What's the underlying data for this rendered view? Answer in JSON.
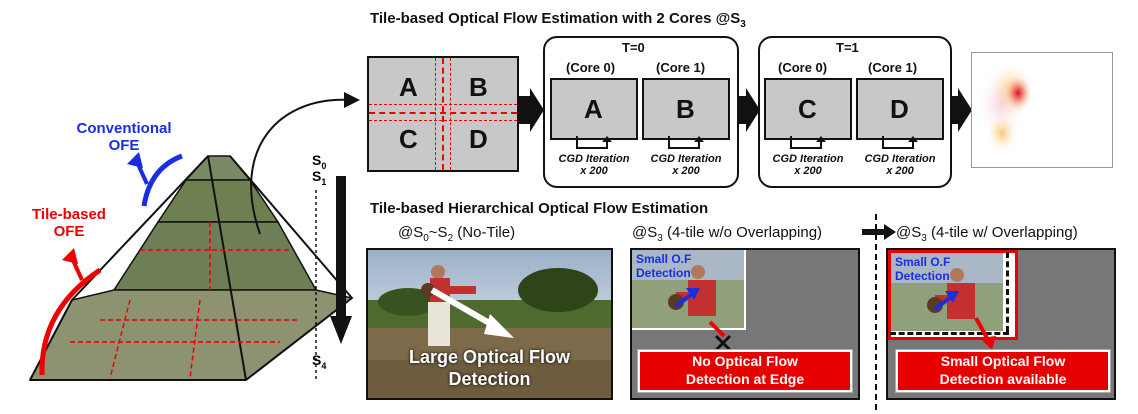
{
  "top": {
    "title": "Tile-based Optical Flow Estimation with 2 Cores @S",
    "title_sub": "3",
    "tiles": [
      "A",
      "B",
      "C",
      "D"
    ],
    "groups": [
      {
        "label": "T=0",
        "cores": [
          {
            "name": "(Core 0)",
            "tile": "A",
            "iter1": "CGD Iteration",
            "iter2": "x 200"
          },
          {
            "name": "(Core 1)",
            "tile": "B",
            "iter1": "CGD Iteration",
            "iter2": "x 200"
          }
        ]
      },
      {
        "label": "T=1",
        "cores": [
          {
            "name": "(Core 0)",
            "tile": "C",
            "iter1": "CGD Iteration",
            "iter2": "x 200"
          },
          {
            "name": "(Core 1)",
            "tile": "D",
            "iter1": "CGD Iteration",
            "iter2": "x 200"
          }
        ]
      }
    ]
  },
  "bottom": {
    "title": "Tile-based Hierarchical Optical Flow Estimation",
    "panel1": {
      "header_pre": "@S",
      "header_s0": "0",
      "header_mid": "~S",
      "header_s2": "2",
      "header_post": " (No-Tile)",
      "caption1": "Large Optical Flow",
      "caption2": "Detection"
    },
    "panel2": {
      "header_pre": "@S",
      "header_sub": "3",
      "header_post": " (4-tile w/o Overlapping)",
      "blue1": "Small O.F",
      "blue2": "Detection",
      "caption1": "No Optical Flow",
      "caption2": "Detection at Edge"
    },
    "panel3": {
      "header_pre": "@S",
      "header_sub": "3",
      "header_post": " (4-tile w/ Overlapping)",
      "blue1": "Small O.F",
      "blue2": "Detection",
      "caption1": "Small Optical Flow",
      "caption2": "Detection available"
    }
  },
  "pyramid": {
    "conventional1": "Conventional",
    "conventional2": "OFE",
    "tile1": "Tile-based",
    "tile2": "OFE",
    "s0": "S",
    "s0_sub": "0",
    "s1": "S",
    "s1_sub": "1",
    "s4": "S",
    "s4_sub": "4"
  },
  "colors": {
    "red": "#e60000",
    "blue": "#1a2ee0",
    "tile_gray": "#c8c8c8"
  }
}
